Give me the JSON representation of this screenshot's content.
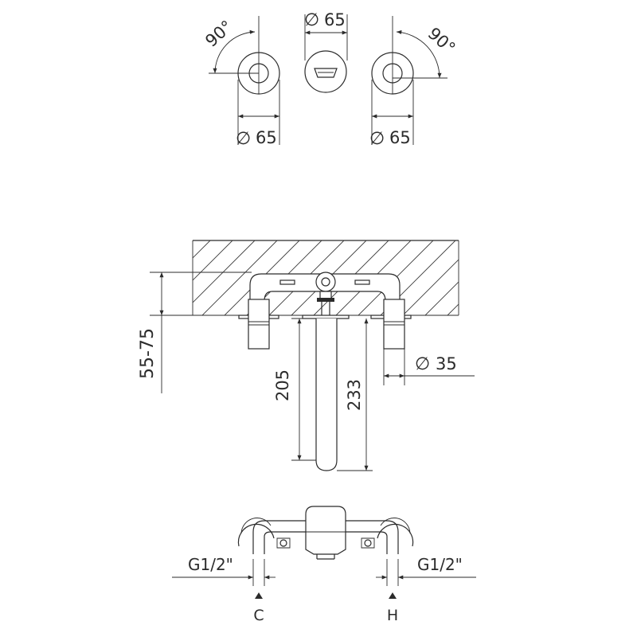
{
  "top_view": {
    "left_angle": "90°",
    "right_angle": "90°",
    "spout_diameter": "65",
    "left_handle_diameter": "65",
    "right_handle_diameter": "65"
  },
  "side_view": {
    "wall_depth": "55-75",
    "outlet_height": "205",
    "spout_length": "233",
    "handle_diameter": "35"
  },
  "bottom_view": {
    "left_connection": "G1/2\"",
    "right_connection": "G1/2\"",
    "cold_label": "C",
    "hot_label": "H"
  },
  "symbols": {
    "diameter": "∅"
  }
}
